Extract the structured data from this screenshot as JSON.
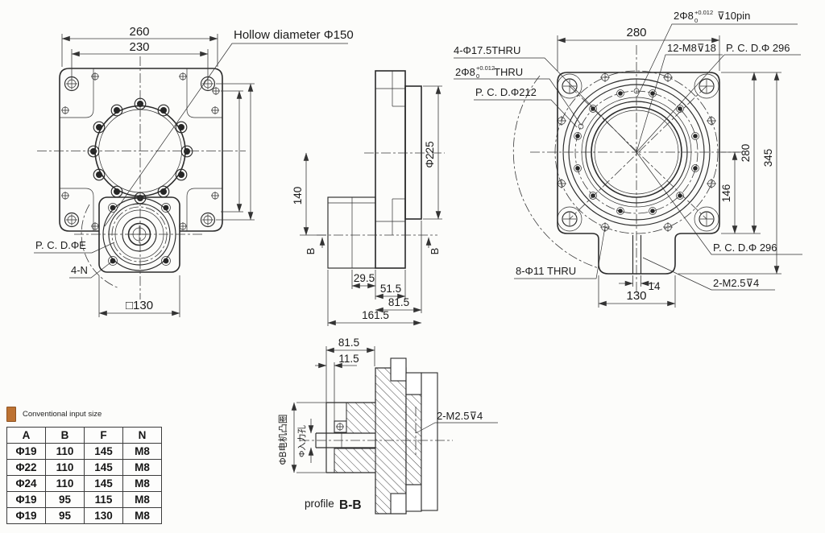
{
  "front_view": {
    "dim_width": "260",
    "dim_hole_spacing": "230",
    "hollow_label": "Hollow diameter Φ150",
    "pcd_label": "P. C. D.ΦE",
    "bolt_label": "4-N",
    "dim_square": "□130"
  },
  "side_view": {
    "dim_height": "140",
    "dim_flange_dia": "Φ225",
    "dim_motor_depth": "29.5",
    "dim_body_depth": "51.5",
    "dim_front_depth": "81.5",
    "dim_total_depth": "161.5",
    "section_arrow_left": "B",
    "section_arrow_right": "B"
  },
  "back_view": {
    "pin_label_prefix": "2Φ8",
    "pin_tol_sup": "+0.012",
    "pin_tol_sub": "0",
    "pin_label_suffix": "⊽10pin",
    "dim_width": "280",
    "corner_holes_label": "4-Φ17.5THRU",
    "pin_thru_prefix": "2Φ8",
    "pin_thru_suffix": "THRU",
    "pcd212_label": "P. C. D.Φ212",
    "m8_label": "12-M8⊽18",
    "pcd296_top": "P. C. D.Φ 296",
    "pcd296_bottom": "P. C. D.Φ 296",
    "dim_total_height": "345",
    "dim_height": "280",
    "dim_center_to_bottom": "146",
    "mount_holes_label": "8-Φ11 THRU",
    "dim_pin_spacing": "14",
    "dim_tab_width": "130",
    "m25_label": "2-M2.5⊽4"
  },
  "section_view": {
    "dim_depth": "81.5",
    "dim_boss_depth": "11.5",
    "m25_label": "2-M2.5⊽4",
    "motor_boss_label": "ΦB电机凸圈",
    "input_hole_label": "Φ入力孔",
    "profile_label": "profile",
    "section_name": "B-B"
  },
  "input_table": {
    "title": "Conventional input size",
    "accent_color": "#bd7232",
    "headers": [
      "A",
      "B",
      "F",
      "N"
    ],
    "rows": [
      [
        "Φ19",
        "110",
        "145",
        "M8"
      ],
      [
        "Φ22",
        "110",
        "145",
        "M8"
      ],
      [
        "Φ24",
        "110",
        "145",
        "M8"
      ],
      [
        "Φ19",
        "95",
        "115",
        "M8"
      ],
      [
        "Φ19",
        "95",
        "130",
        "M8"
      ]
    ]
  }
}
